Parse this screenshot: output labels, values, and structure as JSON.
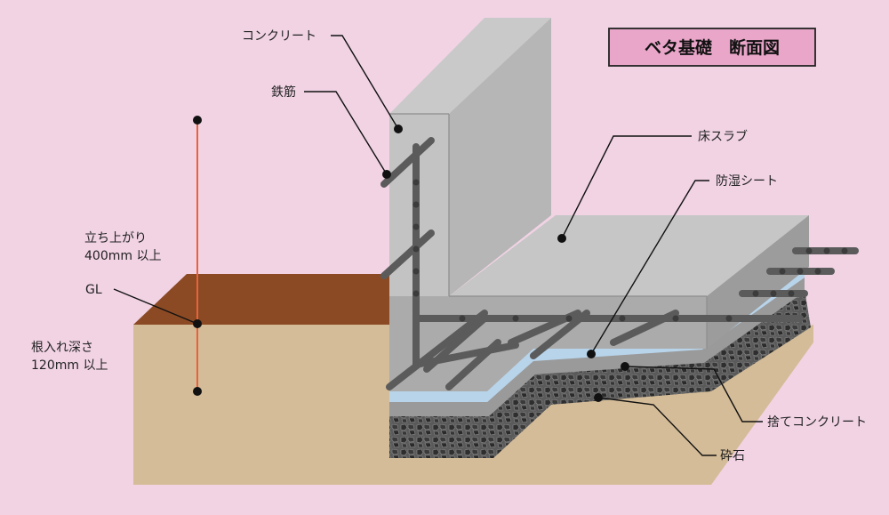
{
  "title": "ベタ基礎　断面図",
  "labels": {
    "concrete": "コンクリート",
    "rebar": "鉄筋",
    "floor_slab": "床スラブ",
    "moisture_sheet": "防湿シート",
    "rise_line1": "立ち上がり",
    "rise_line2": "400mm 以上",
    "gl": "GL",
    "embed_line1": "根入れ深さ",
    "embed_line2": "120mm 以上",
    "leveling_concrete": "捨てコンクリート",
    "crushed_stone": "砕石"
  },
  "colors": {
    "background": "#f1d3e4",
    "soil_surface": "#8b4a24",
    "soil_body": "#d4bc98",
    "concrete_light": "#c3c3c3",
    "concrete_mid": "#adadad",
    "concrete_dark": "#999999",
    "rebar": "#5b5b5b",
    "moisture_sheet": "#b8d4ea",
    "gravel": "#4a4a4a",
    "measure_line": "#e8623a",
    "title_box": "#e9a6c9"
  }
}
